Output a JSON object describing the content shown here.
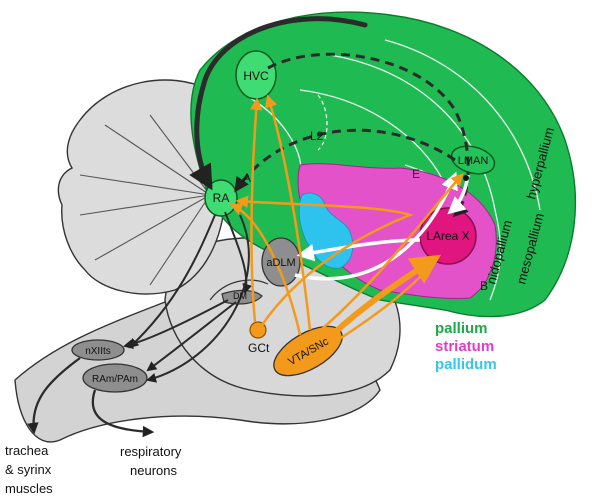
{
  "labels": {
    "hvc": "HVC",
    "ra": "RA",
    "lman": "LMAN",
    "area_x": "LArea X",
    "adlm": "aDLM",
    "dm": "DM",
    "nxiits": "nXIIts",
    "ram_pam": "RAm/PAm",
    "gct": "GCt",
    "vta_snc": "VTA/SNc",
    "l2": "L2",
    "a": "A",
    "e": "E",
    "b": "B",
    "hyperpallium": "hyperpallium",
    "mesopallium": "mesopallium",
    "nidopallium": "nidopallium"
  },
  "outputs": {
    "trachea_line1": "trachea",
    "trachea_line2": "& syrinx",
    "trachea_line3": "muscles",
    "resp_line1": "respiratory",
    "resp_line2": "neurons"
  },
  "legend": [
    {
      "label": "pallium",
      "color": "#1fa84a"
    },
    {
      "label": "striatum",
      "color": "#e23ec4"
    },
    {
      "label": "pallidum",
      "color": "#33c6ee"
    }
  ],
  "colors": {
    "pallium": "#1fbb52",
    "pallium_dark": "#0f7a2e",
    "striatum": "#e352c8",
    "pallidum": "#2ec3ef",
    "area_x": "#e0157f",
    "brainstem": "#d5d5d5",
    "cerebellum": "#dcdcdc",
    "vta_orange": "#f39a1c",
    "nucleus_gray": "#8e8e8e"
  }
}
